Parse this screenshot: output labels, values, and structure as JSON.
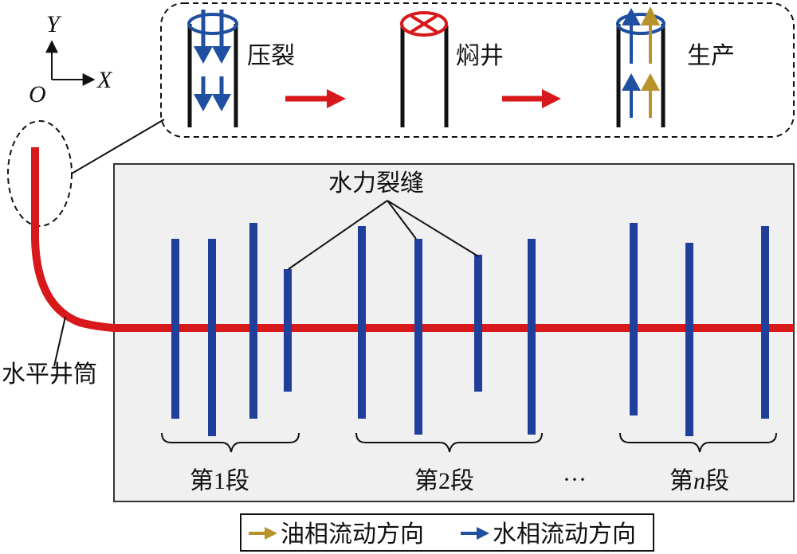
{
  "axes": {
    "y_label": "Y",
    "x_label": "X",
    "origin_label": "O"
  },
  "process": {
    "steps": [
      {
        "label": "压裂"
      },
      {
        "label": "焖井"
      },
      {
        "label": "生产"
      }
    ]
  },
  "labels": {
    "fractures": "水力裂缝",
    "wellbore": "水平井筒",
    "ellipsis": "···"
  },
  "stages": [
    {
      "prefix": "第",
      "num": "1",
      "suffix": "段",
      "italic": false
    },
    {
      "prefix": "第",
      "num": "2",
      "suffix": "段",
      "italic": false
    },
    {
      "prefix": "第",
      "num": "n",
      "suffix": "段",
      "italic": true
    }
  ],
  "legend": {
    "oil": "油相流动方向",
    "water": "水相流动方向"
  },
  "colors": {
    "wellbore": "#d7191c",
    "fracture": "#1f3f9a",
    "oil": "#b8922a",
    "water": "#1f4fa0",
    "panel": "#f0f0f0"
  }
}
